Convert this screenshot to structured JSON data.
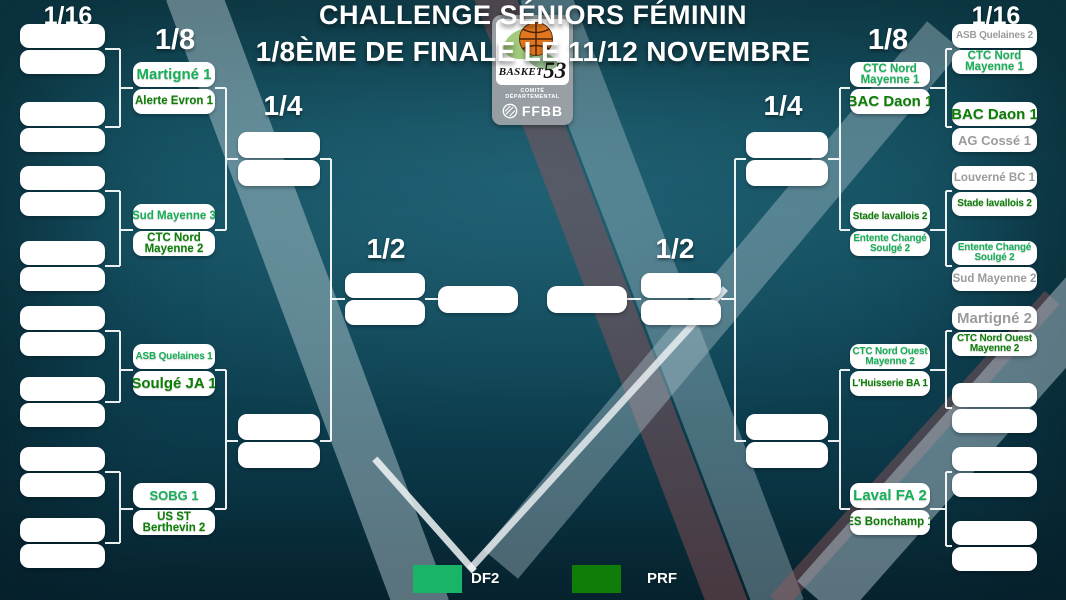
{
  "title": {
    "line1": "CHALLENGE SÉNIORS FÉMININ",
    "line2": "1/8ÈME DE FINALE LE 11/12 NOVEMBRE"
  },
  "rounds": {
    "r16": "1/16",
    "r8": "1/8",
    "r4": "1/4",
    "r2": "1/2"
  },
  "legend": [
    {
      "label": "DF2",
      "color": "#19b465"
    },
    {
      "label": "PRF",
      "color": "#0f7e08"
    }
  ],
  "logo": {
    "name": "BASKET",
    "number": "53",
    "subtitle": "COMITÉ DÉPARTEMENTAL",
    "federation": "FFBB"
  },
  "colors": {
    "df2": "#17af58",
    "prf": "#0c7e06",
    "eliminated": "#9b9b9b"
  },
  "bracket": {
    "left_r8": [
      {
        "top": {
          "label": "Martigné 1",
          "level": "df2",
          "size": "lg",
          "nowrap": true
        },
        "bottom": {
          "label": "Alerte Evron 1",
          "level": "prf",
          "size": "sm",
          "nowrap": true
        }
      },
      {
        "top": {
          "label": "Sud Mayenne 3",
          "level": "df2",
          "size": "sm",
          "nowrap": true
        },
        "bottom": {
          "label": "CTC Nord Mayenne 2",
          "level": "prf",
          "size": "sm"
        }
      },
      {
        "top": {
          "label": "ASB Quelaines 1",
          "level": "df2",
          "size": "xs",
          "nowrap": true
        },
        "bottom": {
          "label": "Soulgé JA 1",
          "level": "prf",
          "size": "lg",
          "nowrap": true
        }
      },
      {
        "top": {
          "label": "SOBG 1",
          "level": "df2",
          "size": "md",
          "nowrap": true
        },
        "bottom": {
          "label": "US ST Berthevin 2",
          "level": "prf",
          "size": "sm"
        }
      }
    ],
    "right_r8": [
      {
        "top": {
          "label": "CTC Nord Mayenne 1",
          "level": "df2",
          "size": "sm"
        },
        "bottom": {
          "label": "BAC Daon 1",
          "level": "prf",
          "size": "lg",
          "nowrap": true
        }
      },
      {
        "top": {
          "label": "Stade lavallois 2",
          "level": "prf",
          "size": "xs",
          "nowrap": true
        },
        "bottom": {
          "label": "Entente Changé Soulgé 2",
          "level": "df2",
          "size": "xs"
        }
      },
      {
        "top": {
          "label": "CTC Nord Ouest Mayenne 2",
          "level": "df2",
          "size": "xs"
        },
        "bottom": {
          "label": "L'Huisserie BA 1",
          "level": "prf",
          "size": "xs",
          "nowrap": true
        }
      },
      {
        "top": {
          "label": "Laval FA 2",
          "level": "df2",
          "size": "lg",
          "nowrap": true
        },
        "bottom": {
          "label": "ES Bonchamp 1",
          "level": "prf",
          "size": "sm",
          "nowrap": true
        }
      }
    ],
    "right_r16": [
      {
        "top": {
          "label": "ASB Quelaines 2",
          "level": "out",
          "size": "xs",
          "nowrap": true
        },
        "bottom": {
          "label": "CTC Nord Mayenne 1",
          "level": "df2",
          "size": "sm"
        }
      },
      {
        "top": {
          "label": "BAC Daon 1",
          "level": "prf",
          "size": "lg",
          "nowrap": true
        },
        "bottom": {
          "label": "AG Cossé 1",
          "level": "out",
          "size": "md",
          "nowrap": true
        }
      },
      {
        "top": {
          "label": "Louverné BC 1",
          "level": "out",
          "size": "sm",
          "nowrap": true
        },
        "bottom": {
          "label": "Stade lavallois 2",
          "level": "prf",
          "size": "xs",
          "nowrap": true
        }
      },
      {
        "top": {
          "label": "Entente Changé Soulgé 2",
          "level": "df2",
          "size": "xs"
        },
        "bottom": {
          "label": "Sud Mayenne 2",
          "level": "out",
          "size": "sm",
          "nowrap": true
        }
      },
      {
        "top": {
          "label": "Martigné 2",
          "level": "out",
          "size": "lg",
          "nowrap": true
        },
        "bottom": {
          "label": "CTC Nord Ouest Mayenne 2",
          "level": "prf",
          "size": "xs"
        }
      }
    ]
  }
}
